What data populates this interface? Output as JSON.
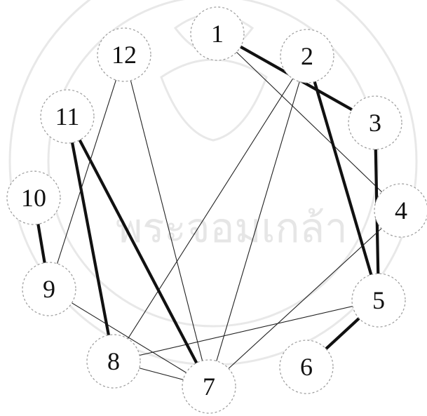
{
  "graph": {
    "nodes": [
      {
        "id": 1,
        "label": "1"
      },
      {
        "id": 2,
        "label": "2"
      },
      {
        "id": 3,
        "label": "3"
      },
      {
        "id": 4,
        "label": "4"
      },
      {
        "id": 5,
        "label": "5"
      },
      {
        "id": 6,
        "label": "6"
      },
      {
        "id": 7,
        "label": "7"
      },
      {
        "id": 8,
        "label": "8"
      },
      {
        "id": 9,
        "label": "9"
      },
      {
        "id": 10,
        "label": "10"
      },
      {
        "id": 11,
        "label": "11"
      },
      {
        "id": 12,
        "label": "12"
      }
    ],
    "edges": [
      {
        "from": 1,
        "to": 3,
        "weight": "thick"
      },
      {
        "from": 1,
        "to": 4,
        "weight": "thin"
      },
      {
        "from": 2,
        "to": 5,
        "weight": "thick"
      },
      {
        "from": 2,
        "to": 7,
        "weight": "thin"
      },
      {
        "from": 2,
        "to": 8,
        "weight": "thin"
      },
      {
        "from": 3,
        "to": 5,
        "weight": "thick"
      },
      {
        "from": 4,
        "to": 7,
        "weight": "thin"
      },
      {
        "from": 5,
        "to": 6,
        "weight": "thick"
      },
      {
        "from": 5,
        "to": 8,
        "weight": "thin"
      },
      {
        "from": 7,
        "to": 8,
        "weight": "thin"
      },
      {
        "from": 7,
        "to": 9,
        "weight": "thin"
      },
      {
        "from": 7,
        "to": 11,
        "weight": "thick"
      },
      {
        "from": 7,
        "to": 12,
        "weight": "thin"
      },
      {
        "from": 8,
        "to": 11,
        "weight": "thick"
      },
      {
        "from": 9,
        "to": 10,
        "weight": "thick"
      },
      {
        "from": 9,
        "to": 12,
        "weight": "thin"
      }
    ]
  },
  "watermark": {
    "text": "พระจอมเกล้า"
  }
}
